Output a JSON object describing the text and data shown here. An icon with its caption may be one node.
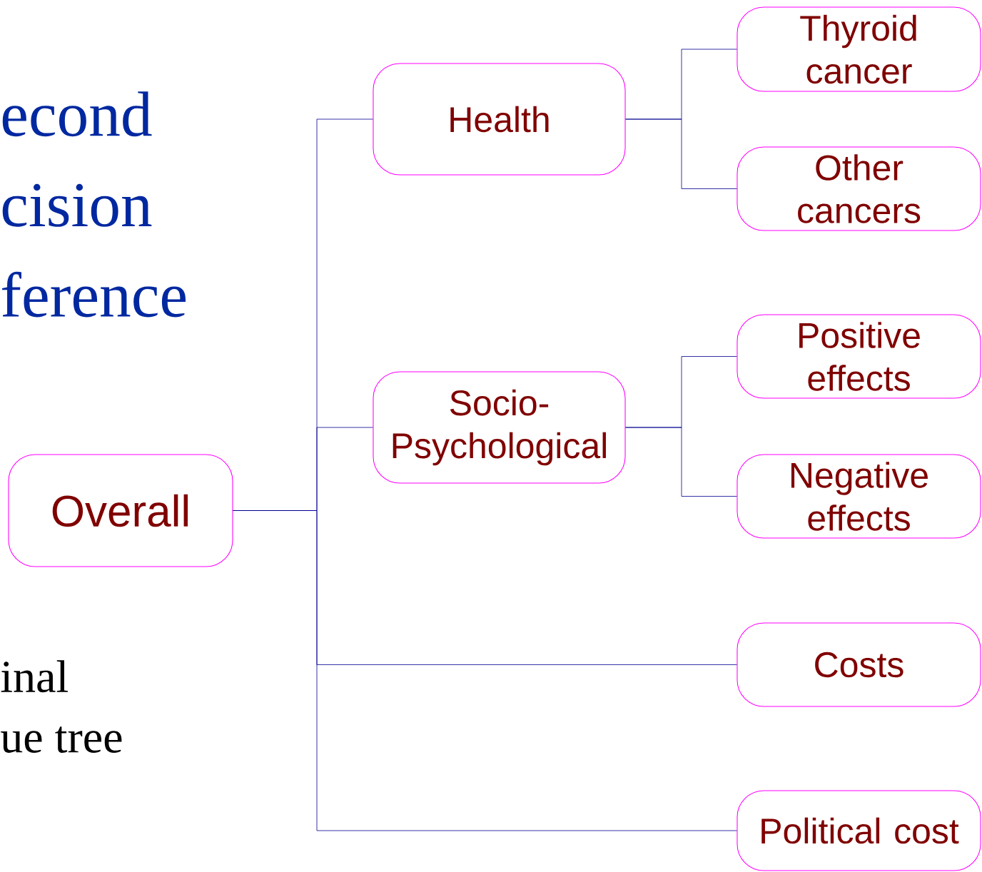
{
  "diagram": {
    "nodes": [
      {
        "text": [
          "Overall"
        ]
      },
      {
        "text": [
          "Health"
        ]
      },
      {
        "text": [
          "Socio- Psychological"
        ]
      },
      {
        "text": [
          "Thyroid cancer"
        ]
      },
      {
        "text": [
          "Other cancers"
        ]
      },
      {
        "text": [
          "Positive effects"
        ]
      },
      {
        "text": [
          "Negative effects"
        ]
      },
      {
        "text": [
          "Costs"
        ]
      },
      {
        "text": [
          "Political cost"
        ]
      }
    ],
    "edges": [
      {
        "from": 0,
        "to": 1,
        "arrow": "none"
      },
      {
        "from": 0,
        "to": 2,
        "arrow": "none"
      },
      {
        "from": 0,
        "to": 7,
        "arrow": "none"
      },
      {
        "from": 0,
        "to": 8,
        "arrow": "none"
      },
      {
        "from": 1,
        "to": 3,
        "arrow": "none"
      },
      {
        "from": 1,
        "to": 4,
        "arrow": "none"
      },
      {
        "from": 2,
        "to": 5,
        "arrow": "none"
      },
      {
        "from": 2,
        "to": 6,
        "arrow": "none"
      }
    ],
    "labels": [
      "econd cision ference",
      "inal",
      "ue tree"
    ]
  }
}
